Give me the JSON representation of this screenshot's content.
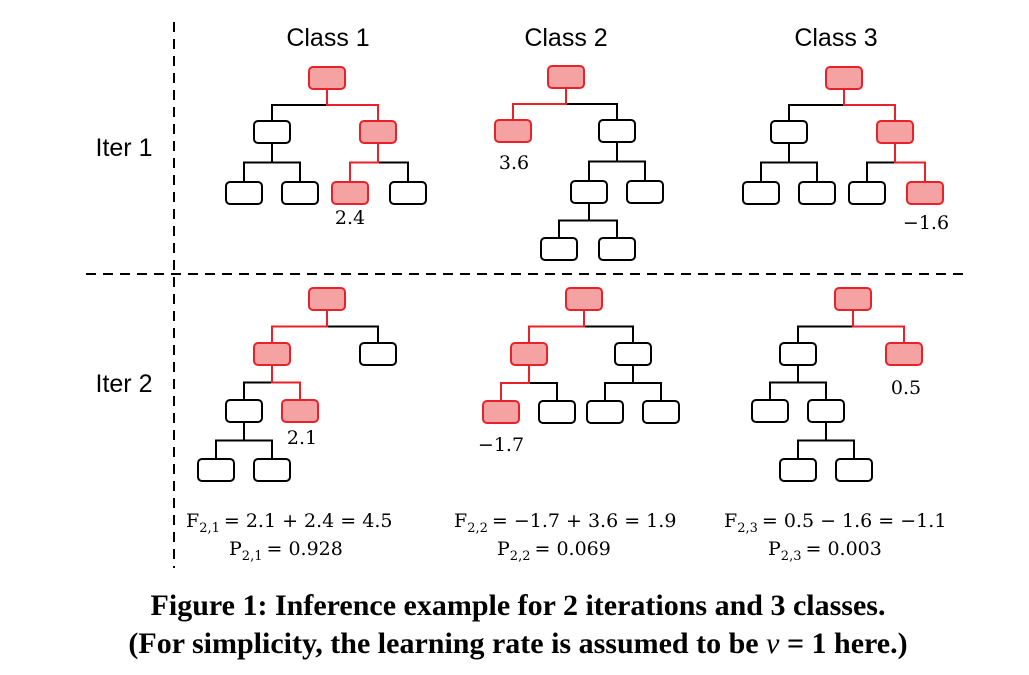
{
  "columns": [
    "Class 1",
    "Class 2",
    "Class 3"
  ],
  "rows": [
    "Iter 1",
    "Iter 2"
  ],
  "colors": {
    "highlight_fill": "#f4a2a2",
    "highlight_stroke": "#e8222a",
    "normal_stroke": "#000000"
  },
  "leaf_values": {
    "iter1": [
      "2.4",
      "3.6",
      "−1.6"
    ],
    "iter2": [
      "2.1",
      "−1.7",
      "0.5"
    ]
  },
  "formulas": [
    {
      "F_text": "= 2.1 + 2.4 = 4.5",
      "P_text": "= 0.928"
    },
    {
      "F_text": "= −1.7 + 3.6 = 1.9",
      "P_text": "= 0.069"
    },
    {
      "F_text": "= 0.5 − 1.6 = −1.1",
      "P_text": "= 0.003"
    }
  ],
  "formula_symbols": {
    "F": "F",
    "P": "P",
    "sub": [
      "2,1",
      "2,2",
      "2,3"
    ]
  },
  "caption": {
    "line1": "Figure 1: Inference example for 2 iterations and 3 classes.",
    "line2_before": "(For simplicity, the learning rate is assumed to be ",
    "line2_symbol": "ν",
    "line2_after": " = 1 here.)"
  }
}
